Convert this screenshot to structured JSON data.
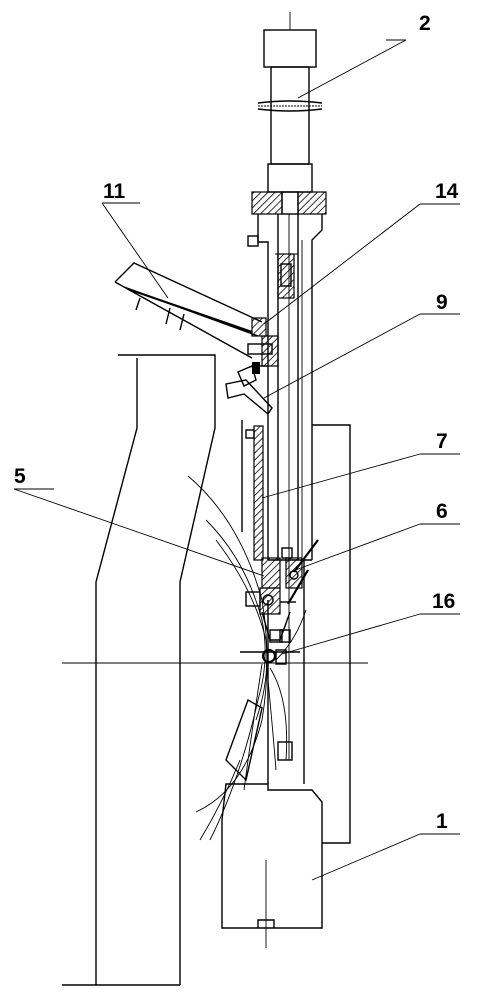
{
  "callouts": {
    "c1": "1",
    "c2": "2",
    "c5": "5",
    "c6": "6",
    "c7": "7",
    "c9": "9",
    "c11": "11",
    "c14": "14",
    "c16": "16"
  }
}
